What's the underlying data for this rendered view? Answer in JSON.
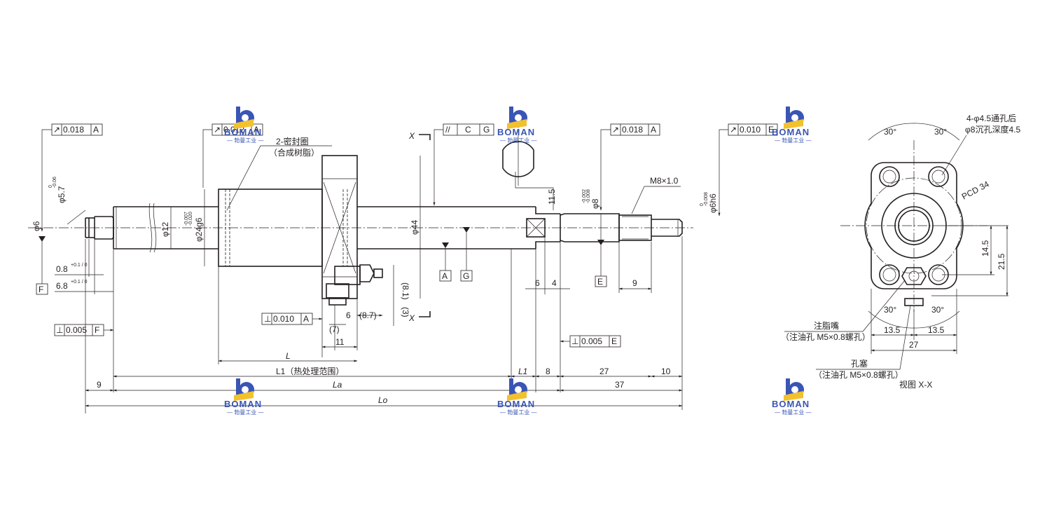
{
  "watermark": {
    "brand": "BOMAN",
    "tagline": "— 勃曼工业 —",
    "colors": {
      "blue": "#3a55b4",
      "yellow": "#f2c12e"
    }
  },
  "tolerance_frames": {
    "t1_sym": "↗",
    "t1_val": "0.018",
    "t1_ref": "A",
    "t2_sym": "↗",
    "t2_val": "0.012",
    "t2_ref": "A",
    "t3_sym": "//",
    "t3_ref1": "C",
    "t3_ref2": "G",
    "t4_sym": "↗",
    "t4_val": "0.018",
    "t4_ref": "A",
    "t5_sym": "↗",
    "t5_val": "0.010",
    "t5_ref": "E",
    "t6_sym": "⊥",
    "t6_val": "0.010",
    "t6_ref": "A",
    "t7_sym": "⊥",
    "t7_val": "0.005",
    "t7_ref": "F",
    "t8_sym": "⊥",
    "t8_val": "0.005",
    "t8_ref": "E"
  },
  "datums": {
    "a": "A",
    "g": "G",
    "e": "E",
    "f": "F"
  },
  "section_marks": {
    "x_top": "X",
    "x_bottom": "X"
  },
  "diameters": {
    "d6_label": "φ6",
    "d57_label": "φ5.7",
    "d57_tol_up": "0",
    "d57_tol_lo": "-0.06",
    "d12_label": "φ12",
    "d24_label": "φ24g6",
    "d24_tol_up": "-0.007",
    "d24_tol_lo": "-0.020",
    "d44_label": "φ44",
    "d8_label": "φ8",
    "d8_tol_up": "-0.002",
    "d8_tol_lo": "-0.008",
    "d6h6_label": "φ6h6",
    "d6h6_tol_up": "0",
    "d6h6_tol_lo": "-0.008"
  },
  "callouts": {
    "seal_line1": "2-密封圈",
    "seal_line2": "（合成树脂）",
    "thread": "M8×1.0",
    "grease_line1": "注脂嘴",
    "grease_line2": "（注油孔 M5×0.8螺孔）",
    "plug_line1": "孔塞",
    "plug_line2": "（注油孔 M5×0.8螺孔）",
    "view_label": "视图 X-X",
    "holes_line1": "4-φ4.5通孔后",
    "holes_line2": "φ8沉孔深度4.5",
    "pcd": "PCD 34"
  },
  "dimensions": {
    "groove_width": "0.8",
    "groove_tol": "+0.1 / 0",
    "groove_pos": "6.8",
    "groove_pos_tol": "+0.1 / 0",
    "d_11_5": "11.5",
    "d_10": "10",
    "d_8_1": "(8.1)",
    "d_3": "(3)",
    "d_6a": "6",
    "d_8_7": "(8.7)",
    "d_7": "(7)",
    "d_11": "11",
    "d_6b": "6",
    "d_4": "4",
    "d_9a": "9",
    "L": "L",
    "L1": "L1（热处理范围）",
    "L1b": "L1",
    "La": "La",
    "Lo": "Lo",
    "d_8": "8",
    "d_27": "27",
    "d_10b": "10",
    "d_37": "37",
    "d_9b": "9",
    "ang1": "30°",
    "ang2": "30°",
    "ang3": "30°",
    "ang4": "30°",
    "d_14_5": "14.5",
    "d_21_5": "21.5",
    "d_13_5a": "13.5",
    "d_13_5b": "13.5",
    "d_27b": "27"
  }
}
